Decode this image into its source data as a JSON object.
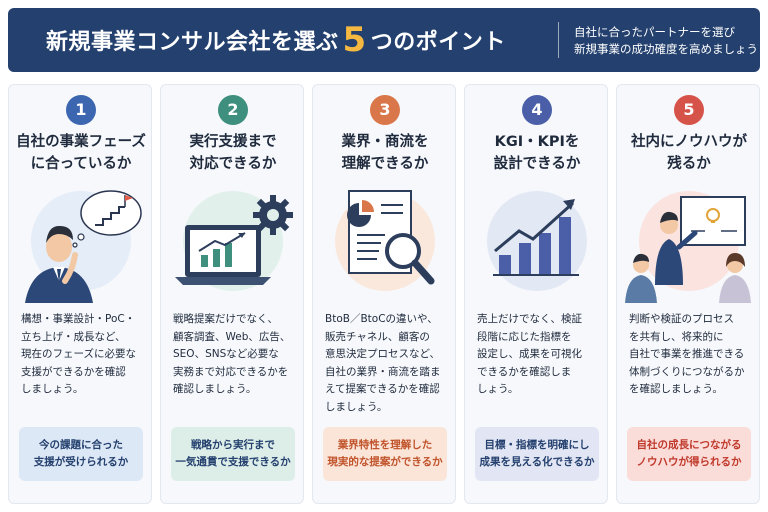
{
  "header": {
    "title_pre": "新規事業コンサル会社を選ぶ",
    "title_num": "5",
    "title_post": "つのポイント",
    "subtitle_line1": "自社に合ったパートナーを選び",
    "subtitle_line2": "新規事業の成功確度を高めましょう"
  },
  "colors": {
    "header_bg": "#24406e",
    "accent": "#f5b942"
  },
  "points": [
    {
      "number": "1",
      "title_line1": "自社の事業フェーズ",
      "title_line2": "に合っているか",
      "description": "構想・事業設計・PoC・\n立ち上げ・成長など、\n現在のフェーズに必要な\n支援ができるかを確認\nしましょう。",
      "note": "今の課題に合った\n支援が受けられるか",
      "color": "#3c66b0",
      "note_bg": "#dde8f6",
      "icon": "thinking-businessman-stairs-icon"
    },
    {
      "number": "2",
      "title_line1": "実行支援まで",
      "title_line2": "対応できるか",
      "description": "戦略提案だけでなく、\n顧客調査、Web、広告、\nSEO、SNSなど必要な\n実務まで対応できるかを\n確認しましょう。",
      "note": "戦略から実行まで\n一気通貫で支援できるか",
      "color": "#3e8f7e",
      "note_bg": "#ddeee9",
      "icon": "laptop-gear-icon"
    },
    {
      "number": "3",
      "title_line1": "業界・商流を",
      "title_line2": "理解できるか",
      "description": "BtoB／BtoCの違いや、\n販売チャネル、顧客の\n意思決定プロセスなど、\n自社の業界・商流を踏ま\nえて提案できるかを確認\nしましょう。",
      "note": "業界特性を理解した\n現実的な提案ができるか",
      "color": "#d9774a",
      "note_bg": "#fbe5d9",
      "icon": "document-magnifier-icon"
    },
    {
      "number": "4",
      "title_line1": "KGI・KPIを",
      "title_line2": "設計できるか",
      "description": "売上だけでなく、検証\n段階に応じた指標を\n設定し、成果を可視化\nできるかを確認しま\nしょう。",
      "note": "目標・指標を明確にし\n成果を見える化できるか",
      "color": "#4a5fa8",
      "note_bg": "#e2e6f4",
      "icon": "growth-chart-icon"
    },
    {
      "number": "5",
      "title_line1": "社内にノウハウが",
      "title_line2": "残るか",
      "description": "判断や検証のプロセス\nを共有し、将来的に\n自社で事業を推進できる\n体制づくりにつながるか\nを確認しましょう。",
      "note": "自社の成長につながる\nノウハウが得られるか",
      "color": "#d6534a",
      "note_bg": "#fadcd8",
      "icon": "presentation-team-icon"
    }
  ]
}
